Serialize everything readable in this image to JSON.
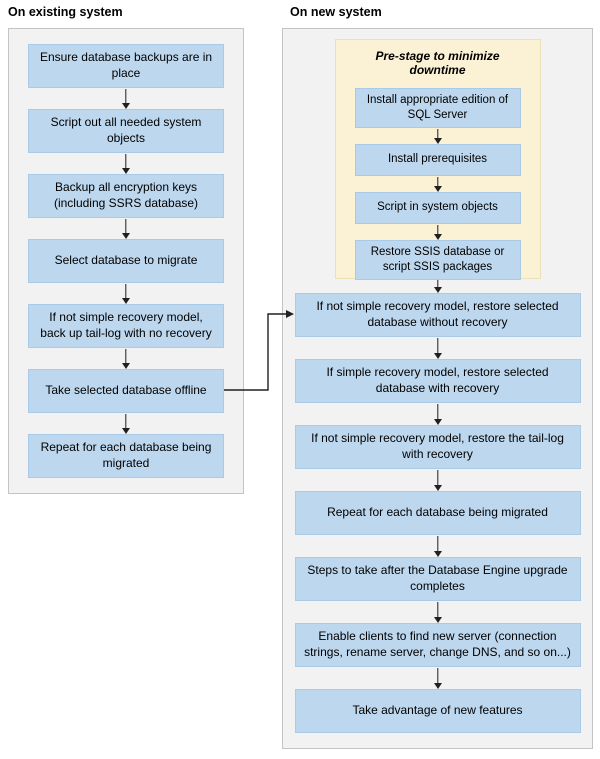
{
  "left": {
    "header": "On existing system",
    "steps": [
      "Ensure database backups are in place",
      "Script out all needed system objects",
      "Backup all encryption keys (including SSRS database)",
      "Select database to migrate",
      "If not simple recovery model, back up tail-log with no recovery",
      "Take selected database offline",
      "Repeat for each database being migrated"
    ]
  },
  "right": {
    "header": "On new system",
    "prestage": {
      "title": "Pre-stage to minimize downtime",
      "steps": [
        "Install appropriate edition of SQL Server",
        "Install prerequisites",
        "Script in system objects",
        "Restore SSIS database or script SSIS packages"
      ]
    },
    "steps": [
      "If not simple recovery model, restore selected database without recovery",
      "If simple recovery model, restore selected database with recovery",
      "If not simple recovery model, restore the tail-log with recovery",
      "Repeat for each database being migrated",
      "Steps to take after the Database Engine upgrade completes",
      "Enable clients to find new server (connection strings, rename server, change DNS, and so on...)",
      "Take advantage of new features"
    ]
  },
  "colors": {
    "step_fill": "#BDD7EE",
    "step_border": "#A9CBE8",
    "prestage_fill": "#FBF2D5",
    "prestage_border": "#EAE1B6",
    "panel_fill": "#F2F2F2",
    "panel_border": "#C4C4C4",
    "arrow_color": "#202020"
  }
}
